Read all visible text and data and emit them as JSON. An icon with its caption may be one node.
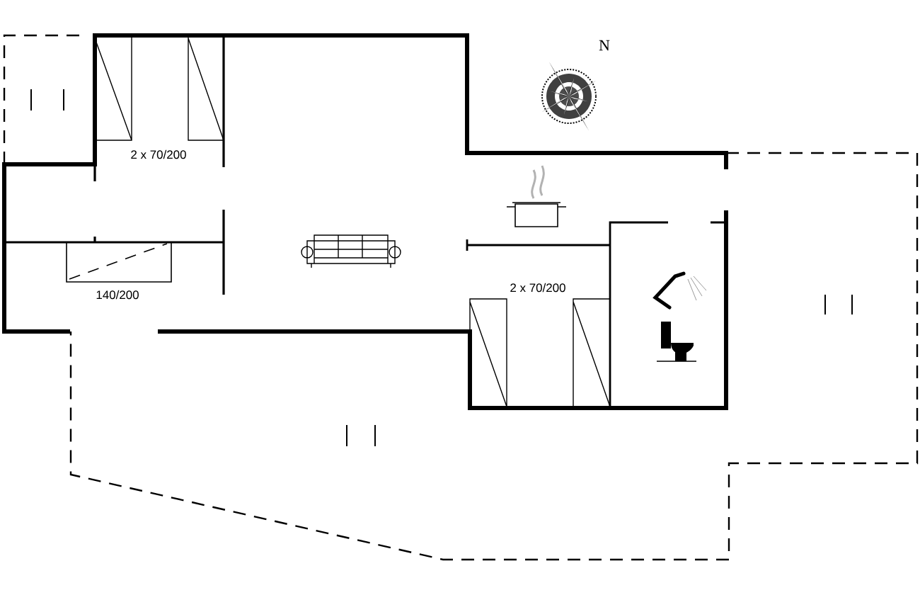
{
  "diagram": {
    "labels": [
      "N",
      "2 x 70/200",
      "2 x 70/200",
      "140/200"
    ]
  }
}
